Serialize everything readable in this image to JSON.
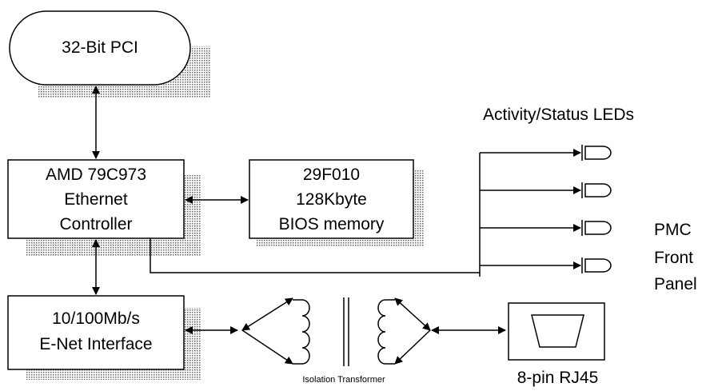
{
  "blocks": {
    "pci": "32-Bit PCI",
    "controller": [
      "AMD 79C973",
      "Ethernet",
      "Controller"
    ],
    "bios": [
      "29F010",
      "128Kbyte",
      "BIOS memory"
    ],
    "enet": [
      "10/100Mb/s",
      "E-Net Interface"
    ]
  },
  "labels": {
    "leds": "Activity/Status LEDs",
    "front_panel": [
      "PMC",
      "Front",
      "Panel"
    ],
    "transformer": "Isolation Transformer",
    "rj45": "8-pin RJ45"
  },
  "colors": {
    "line": "#000000",
    "shadow": "#888888"
  }
}
